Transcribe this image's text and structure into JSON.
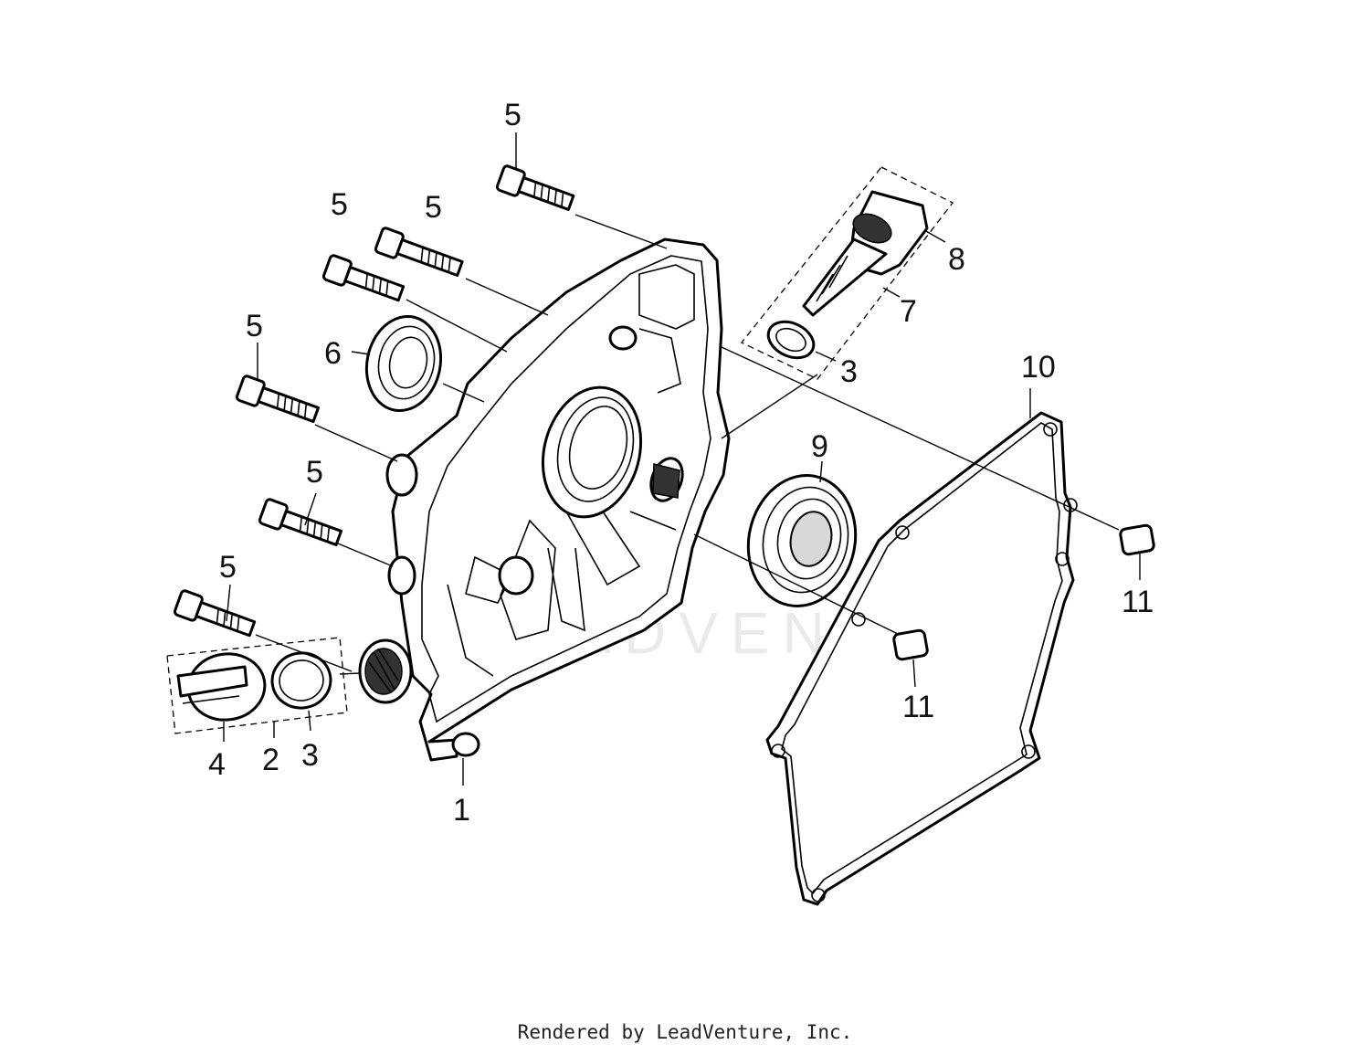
{
  "diagram": {
    "callouts": {
      "c1": "1",
      "c2": "2",
      "c3a": "3",
      "c3b": "3",
      "c4": "4",
      "c5a": "5",
      "c5b": "5",
      "c5c": "5",
      "c5d": "5",
      "c5e": "5",
      "c5f": "5",
      "c6": "6",
      "c7": "7",
      "c8": "8",
      "c9": "9",
      "c10": "10",
      "c11a": "11",
      "c11b": "11"
    },
    "watermark": "LEADVENTURE"
  },
  "footer": {
    "credit": "Rendered by LeadVenture, Inc."
  }
}
